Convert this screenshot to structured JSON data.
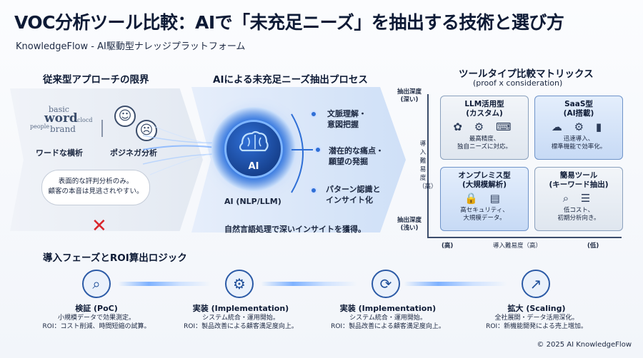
{
  "header": {
    "title": "VOC分析ツール比較：AIで「未充足ニーズ」を抽出する技術と選び方",
    "subtitle": "KnowledgeFlow - AI駆動型ナレッジプラットフォーム"
  },
  "legacy": {
    "heading": "従来型アプローチの限界",
    "cloud_words": [
      "basic",
      "word",
      "brand",
      "people",
      "clocd"
    ],
    "keyword_label": "ワードな横析",
    "posneg_label": "ポジネガ分析",
    "bubble_line1": "表面的な評判分析のみ。",
    "bubble_line2": "顧客の本音は見逃されやすい。",
    "reject_icon": "cross-icon"
  },
  "ai_process": {
    "heading": "AIによる未充足ニーズ抽出プロセス",
    "core_label": "AI",
    "engine_label": "AI (NLP/LLM)",
    "steps": [
      {
        "line1": "文脈理解・",
        "line2": "意図把握"
      },
      {
        "line1": "潜在的な痛点・",
        "line2": "願望の発掘"
      },
      {
        "line1": "パターン認識と",
        "line2": "インサイト化"
      }
    ],
    "caption": "自然言語処理で深いインサイトを獲得。"
  },
  "matrix": {
    "heading": "ツールタイプ比較マトリックス",
    "subheading": "(proof x consideration)",
    "y_top": "抽出深度\n(深い)",
    "y_bottom": "抽出深度\n(浅い)",
    "y_mid": "導入難易度（高）",
    "x_left": "(高)",
    "x_mid": "導入難易度（高）",
    "x_right": "(低)",
    "cells": [
      {
        "title1": "LLM活用型",
        "title2": "(カスタム)",
        "icons": "✿ ⚙ ⌨",
        "desc1": "最高精度、",
        "desc2": "独自ニーズに対応。"
      },
      {
        "title1": "SaaS型",
        "title2": "(AI搭載)",
        "icons": "☁ ⚙ ▮",
        "desc1": "迅速導入、",
        "desc2": "標準機能で効率化。"
      },
      {
        "title1": "オンプレミス型",
        "title2": "(大規模解析)",
        "icons": "🔒 ▤",
        "desc1": "高セキュリティ、",
        "desc2": "大規模データ。"
      },
      {
        "title1": "簡易ツール",
        "title2": "(キーワード抽出)",
        "icons": "⌕ ☰",
        "desc1": "低コスト、",
        "desc2": "初期分析向き。"
      }
    ]
  },
  "roi": {
    "heading": "導入フェーズとROI算出ロジック",
    "phases": [
      {
        "title": "検証 (PoC)",
        "desc1": "小規模データで効果測定。",
        "desc2": "ROI：コスト削減、時間短縮の試算。",
        "icon": "⌕"
      },
      {
        "title": "実装 (Implementation)",
        "desc1": "システム統合・運用開始。",
        "desc2": "ROI：製品改善による顧客満足度向上。",
        "icon": "⚙"
      },
      {
        "title": "実装 (Implementation)",
        "desc1": "システム統合・運用開始。",
        "desc2": "ROI：製品改善による顧客満足度向上。",
        "icon": "⟳"
      },
      {
        "title": "拡大 (Scaling)",
        "desc1": "全社展開・データ活用深化。",
        "desc2": "ROI：新機能開発による売上増加。",
        "icon": "↗"
      }
    ]
  },
  "footer": {
    "copyright": "© 2025 AI KnowledgeFlow"
  }
}
